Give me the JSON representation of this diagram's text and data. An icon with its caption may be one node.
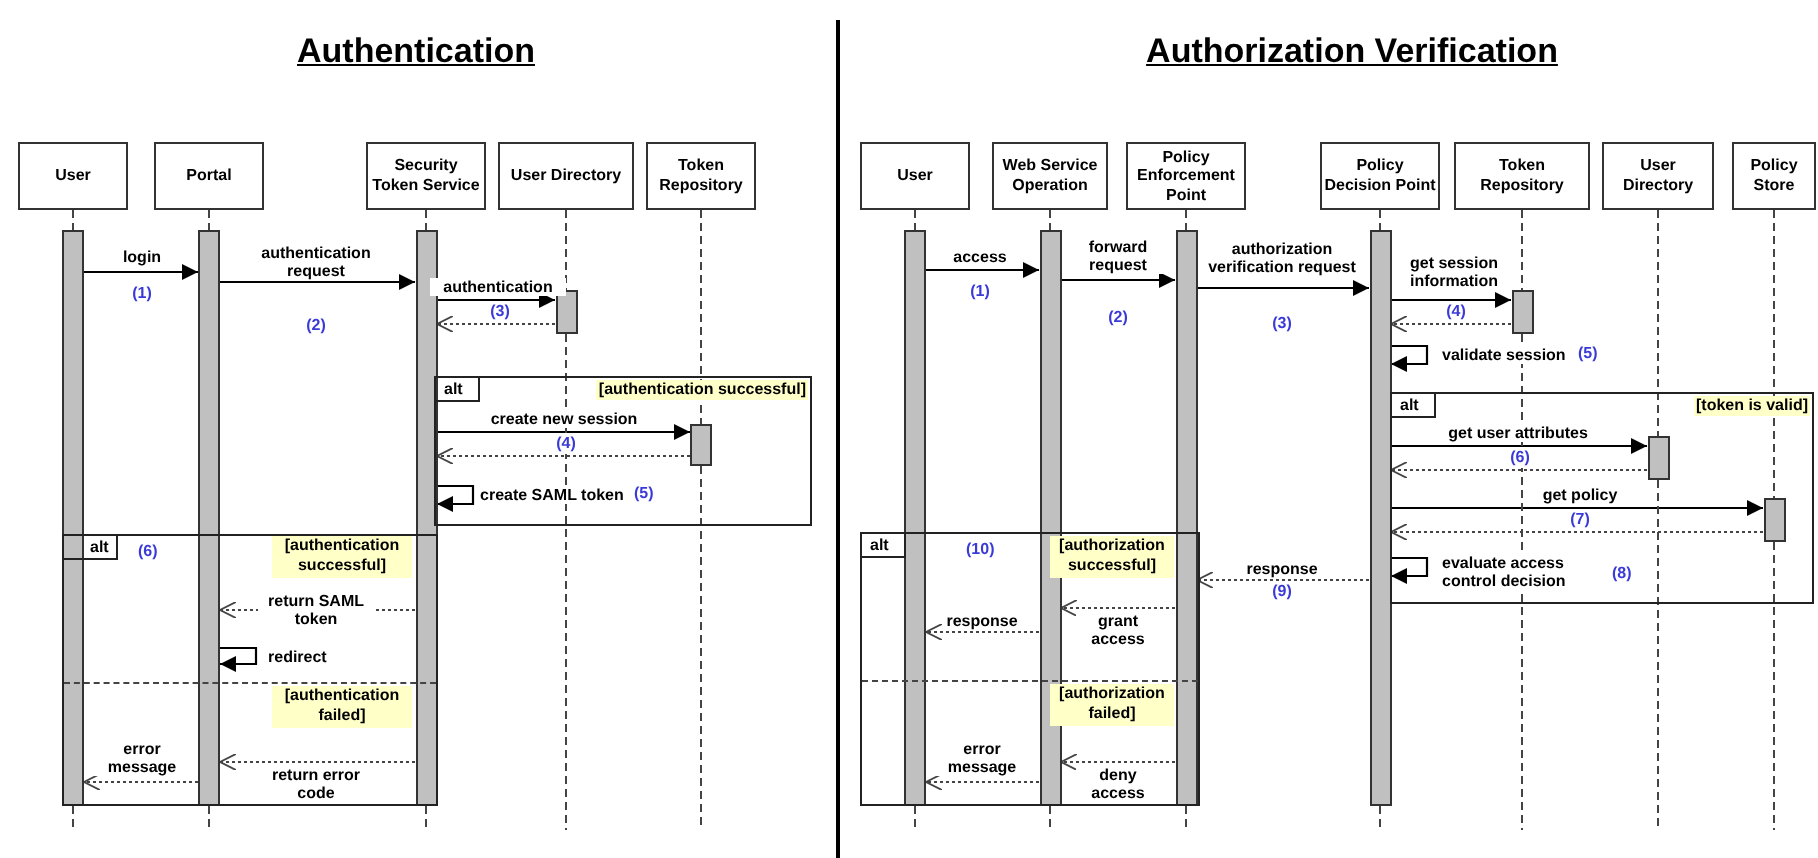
{
  "diagram": {
    "nodes": [
      {
        "text": [
          "User"
        ]
      },
      {
        "text": [
          "Portal"
        ]
      },
      {
        "text": [
          "Security Token Service"
        ]
      },
      {
        "text": [
          "User Directory"
        ]
      },
      {
        "text": [
          "Token Repository"
        ]
      },
      {
        "text": [
          "User"
        ]
      },
      {
        "text": [
          "Web Service Operation"
        ]
      },
      {
        "text": [
          "Policy Enforcement Point"
        ]
      },
      {
        "text": [
          "Policy Decision Point"
        ]
      },
      {
        "text": [
          "Token Repository"
        ]
      },
      {
        "text": [
          "User Directory"
        ]
      },
      {
        "text": [
          "Policy Store"
        ]
      },
      {
        "text": [],
        "shape": "bar"
      },
      {
        "text": [],
        "shape": "bar"
      },
      {
        "text": [],
        "shape": "bar"
      },
      {
        "text": [],
        "shape": "bar"
      },
      {
        "text": [],
        "shape": "bar"
      },
      {
        "text": [],
        "shape": "bar"
      },
      {
        "text": [],
        "shape": "bar"
      },
      {
        "text": [],
        "shape": "bar"
      },
      {
        "text": [],
        "shape": "bar"
      },
      {
        "text": [],
        "shape": "bar"
      },
      {
        "text": [],
        "shape": "bar"
      },
      {
        "text": [],
        "shape": "bar"
      }
    ],
    "edges": [
      {
        "from": 0,
        "to": 12,
        "arrow": "none",
        "style": "dashed"
      },
      {
        "from": 1,
        "to": 13,
        "arrow": "none",
        "style": "dashed"
      },
      {
        "from": 2,
        "to": 14,
        "arrow": "none",
        "style": "dashed"
      },
      {
        "from": 3,
        "to": 15,
        "arrow": "none",
        "style": "dashed"
      },
      {
        "from": 4,
        "to": 16,
        "arrow": "none",
        "style": "dashed"
      },
      {
        "from": 5,
        "to": 17,
        "arrow": "none",
        "style": "dashed"
      },
      {
        "from": 6,
        "to": 18,
        "arrow": "none",
        "style": "dashed"
      },
      {
        "from": 7,
        "to": 19,
        "arrow": "none",
        "style": "dashed"
      },
      {
        "from": 8,
        "to": 20,
        "arrow": "none",
        "style": "dashed"
      },
      {
        "from": 9,
        "to": 21,
        "arrow": "none",
        "style": "dashed"
      },
      {
        "from": 10,
        "to": 22,
        "arrow": "none",
        "style": "dashed"
      },
      {
        "from": 11,
        "to": 23,
        "arrow": "none",
        "style": "dashed"
      },
      {
        "from": 12,
        "to": 13,
        "arrow": "to",
        "label": "login"
      },
      {
        "from": 13,
        "to": 14,
        "arrow": "to",
        "label": "authentication request"
      },
      {
        "from": 14,
        "to": 15,
        "arrow": "to",
        "label": "authentication"
      },
      {
        "from": 15,
        "to": 14,
        "arrow": "to",
        "style": "dashed"
      },
      {
        "from": 14,
        "to": 16,
        "arrow": "to",
        "label": "create new session"
      },
      {
        "from": 16,
        "to": 14,
        "arrow": "to",
        "style": "dashed"
      },
      {
        "from": 14,
        "to": 14,
        "arrow": "to",
        "label": "create SAML token"
      },
      {
        "from": 14,
        "to": 13,
        "arrow": "to",
        "style": "dashed",
        "label": "return SAML token"
      },
      {
        "from": 13,
        "to": 13,
        "arrow": "to",
        "label": "redirect"
      },
      {
        "from": 14,
        "to": 13,
        "arrow": "to",
        "style": "dashed",
        "label": "return error code"
      },
      {
        "from": 13,
        "to": 12,
        "arrow": "to",
        "style": "dashed",
        "label": "error message"
      },
      {
        "from": 17,
        "to": 18,
        "arrow": "to",
        "label": "access"
      },
      {
        "from": 18,
        "to": 19,
        "arrow": "to",
        "label": "forward request"
      },
      {
        "from": 19,
        "to": 20,
        "arrow": "to",
        "label": "authorization verification request"
      },
      {
        "from": 20,
        "to": 21,
        "arrow": "to",
        "label": "get session information"
      },
      {
        "from": 21,
        "to": 20,
        "arrow": "to",
        "style": "dashed"
      },
      {
        "from": 20,
        "to": 20,
        "arrow": "to",
        "label": "validate session"
      },
      {
        "from": 20,
        "to": 22,
        "arrow": "to",
        "label": "get user attributes"
      },
      {
        "from": 22,
        "to": 20,
        "arrow": "to",
        "style": "dashed"
      },
      {
        "from": 20,
        "to": 23,
        "arrow": "to",
        "label": "get policy"
      },
      {
        "from": 23,
        "to": 20,
        "arrow": "to",
        "style": "dashed"
      },
      {
        "from": 20,
        "to": 20,
        "arrow": "to",
        "label": "evaluate access control decision"
      },
      {
        "from": 20,
        "to": 19,
        "arrow": "to",
        "style": "dashed",
        "label": "response"
      },
      {
        "from": 19,
        "to": 18,
        "arrow": "to",
        "style": "dashed",
        "label": "grant access"
      },
      {
        "from": 18,
        "to": 17,
        "arrow": "to",
        "style": "dashed",
        "label": "response"
      },
      {
        "from": 19,
        "to": 18,
        "arrow": "to",
        "style": "dashed",
        "label": "deny access"
      },
      {
        "from": 18,
        "to": 17,
        "arrow": "to",
        "style": "dashed",
        "label": "error message"
      },
      {
        "from": 12,
        "to": null,
        "arrow": "none",
        "style": "dashed"
      },
      {
        "from": 13,
        "to": null,
        "arrow": "none",
        "style": "dashed"
      },
      {
        "from": 14,
        "to": null,
        "arrow": "none",
        "style": "dashed"
      },
      {
        "from": 15,
        "to": null,
        "arrow": "none",
        "style": "dashed"
      },
      {
        "from": 16,
        "to": null,
        "arrow": "none",
        "style": "dashed"
      },
      {
        "from": 17,
        "to": null,
        "arrow": "none",
        "style": "dashed"
      },
      {
        "from": 18,
        "to": null,
        "arrow": "none",
        "style": "dashed"
      },
      {
        "from": 19,
        "to": null,
        "arrow": "none",
        "style": "dashed"
      },
      {
        "from": 20,
        "to": null,
        "arrow": "none",
        "style": "dashed"
      },
      {
        "from": 21,
        "to": null,
        "arrow": "none",
        "style": "dashed"
      },
      {
        "from": 22,
        "to": null,
        "arrow": "none",
        "style": "dashed"
      },
      {
        "from": 23,
        "to": null,
        "arrow": "none",
        "style": "dashed"
      }
    ],
    "labels": [
      "Authentication",
      "Authorization Verification",
      "(1)",
      "(2)",
      "(3)",
      "(4)",
      "(5)",
      "(1)",
      "(2)",
      "(3)",
      "(4)",
      "(5)",
      "(6)",
      "(7)",
      "(8)",
      "(9)",
      "alt",
      "[authentication successful]",
      "alt",
      "(6)",
      "[authentication successful]",
      "[authentication failed]",
      "alt",
      "[token is valid]",
      "alt",
      "(10)",
      "[authorization successful]",
      "[authorization failed]"
    ]
  }
}
